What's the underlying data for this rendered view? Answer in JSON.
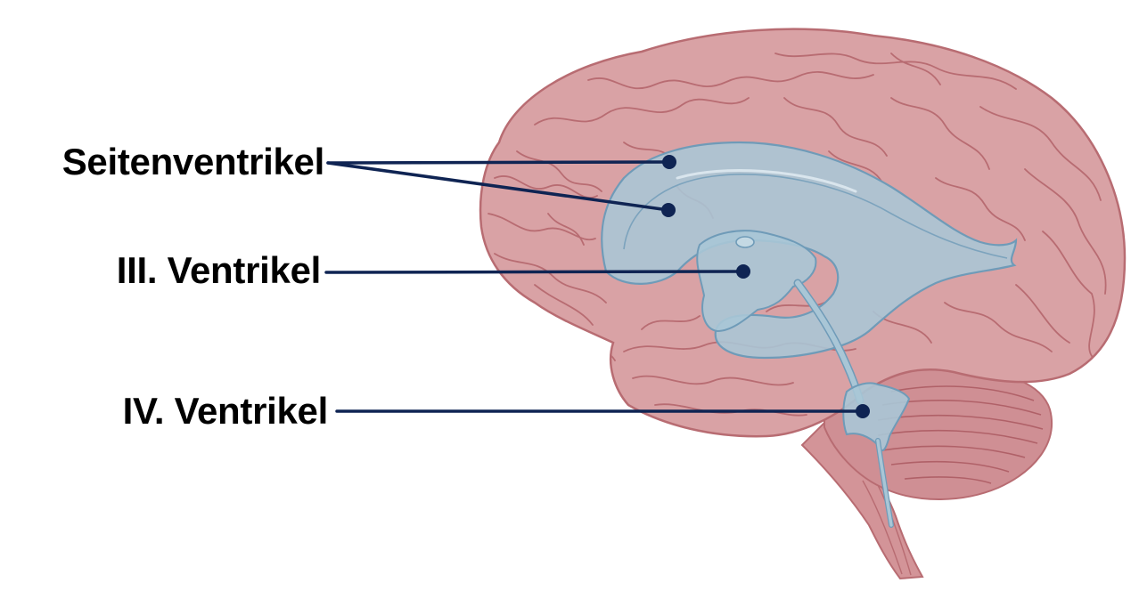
{
  "labels": {
    "lateral": "Seitenventrikel",
    "third": "III. Ventrikel",
    "fourth": "IV. Ventrikel"
  },
  "colors": {
    "brain_fill": "#d9a2a5",
    "brain_stroke": "#b86c72",
    "cerebellum_fill": "#cf8f94",
    "brainstem_fill": "#d39498",
    "ventricle_fill": "#a9c6d6",
    "ventricle_stroke": "#6f9bb8",
    "leader_line": "#0f2453",
    "label_text": "#000000"
  }
}
